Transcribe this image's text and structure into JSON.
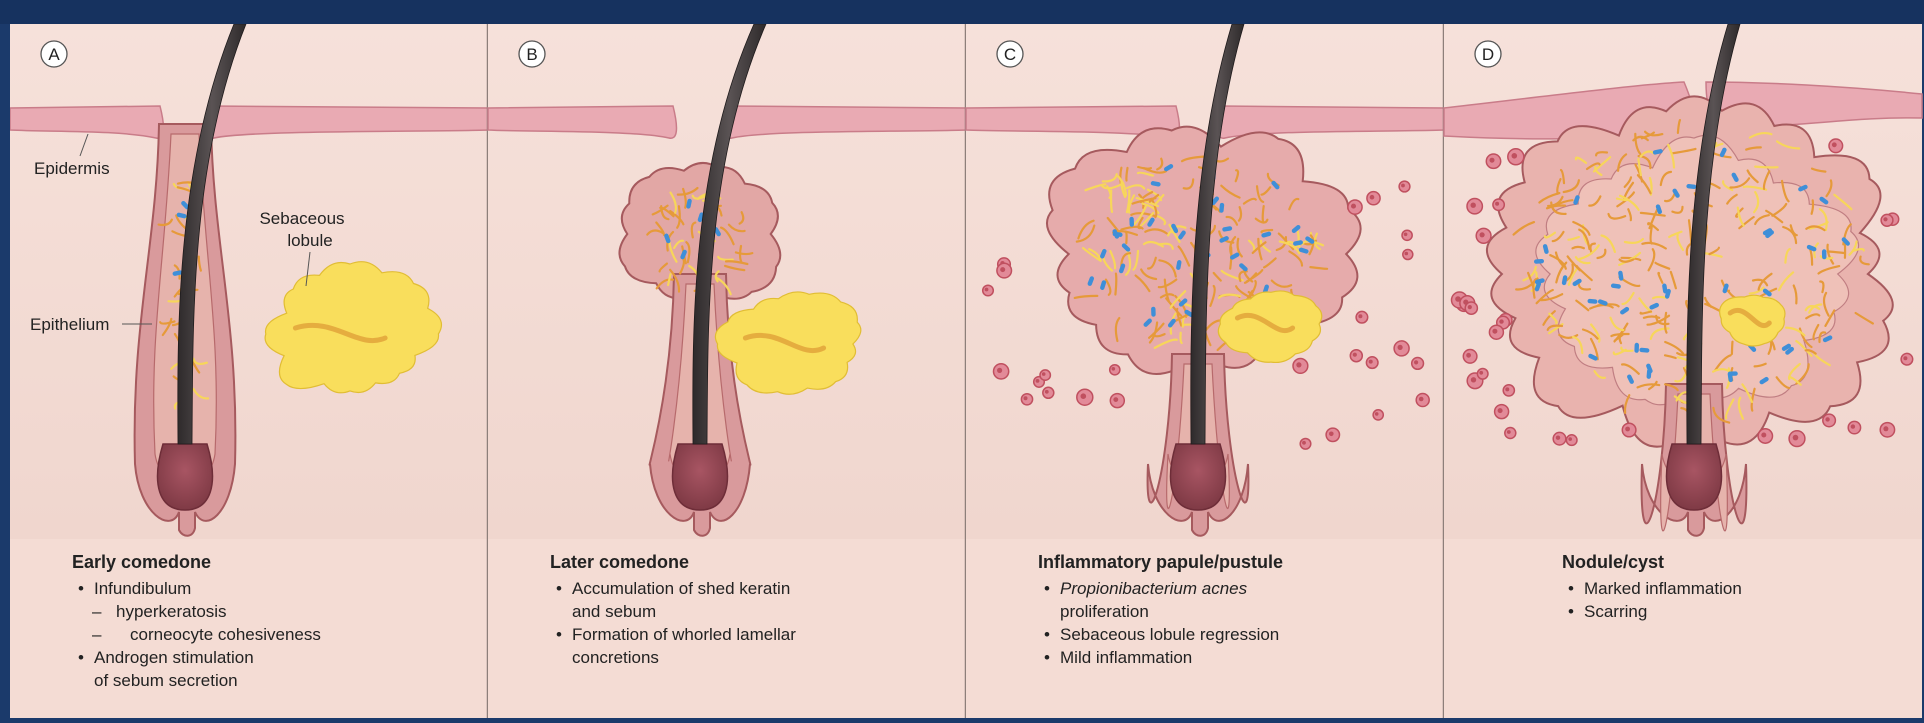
{
  "colors": {
    "frame": "#1b3a6b",
    "skin": "#f4dcd4",
    "dermis": "#f2d9d2",
    "epidermis": "#e9aab3",
    "epidermis_outline": "#c97c89",
    "follicle": "#d99a9c",
    "follicle_outline": "#a65a5e",
    "bulb": "#9c4a55",
    "hair": "#3b3536",
    "sebum": "#f9de5c",
    "keratin_orange": "#e69a3a",
    "keratin_yellow": "#f7d65a",
    "bacteria": "#3f8fd8",
    "inflammatory_cell": "#c0505f",
    "text": "#222222",
    "divider": "#8d7f7a"
  },
  "panels": [
    {
      "letter": "A",
      "stage": "early-comedone",
      "title": "Early comedone",
      "items": [
        {
          "bullet": "•",
          "text": "Infundibulum"
        },
        {
          "bullet": "–",
          "text": "hyperkeratosis",
          "indent": true
        },
        {
          "bullet": "–",
          "text": "corneocyte cohesiveness",
          "indent": true
        },
        {
          "bullet": "•",
          "text": "Androgen stimulation"
        },
        {
          "bullet": "",
          "text": "of sebum secretion"
        }
      ]
    },
    {
      "letter": "B",
      "stage": "later-comedone",
      "title": "Later comedone",
      "items": [
        {
          "bullet": "•",
          "text": "Accumulation of shed keratin"
        },
        {
          "bullet": "",
          "text": "and sebum"
        },
        {
          "bullet": "•",
          "text": "Formation of whorled lamellar"
        },
        {
          "bullet": "",
          "text": "concretions"
        }
      ]
    },
    {
      "letter": "C",
      "stage": "inflammatory-papule",
      "title": "Inflammatory papule/pustule",
      "items": [
        {
          "bullet": "•",
          "text": "Propionibacterium acnes",
          "italic": true
        },
        {
          "bullet": "",
          "text": "proliferation"
        },
        {
          "bullet": "•",
          "text": "Sebaceous lobule regression"
        },
        {
          "bullet": "•",
          "text": "Mild inflammation"
        }
      ]
    },
    {
      "letter": "D",
      "stage": "nodule-cyst",
      "title": "Nodule/cyst",
      "items": [
        {
          "bullet": "•",
          "text": "Marked inflammation"
        },
        {
          "bullet": "•",
          "text": "Scarring"
        }
      ]
    }
  ],
  "labels": {
    "epidermis": "Epidermis",
    "sebaceous_line1": "Sebaceous",
    "sebaceous_line2": "lobule",
    "epithelium": "Epithelium"
  }
}
